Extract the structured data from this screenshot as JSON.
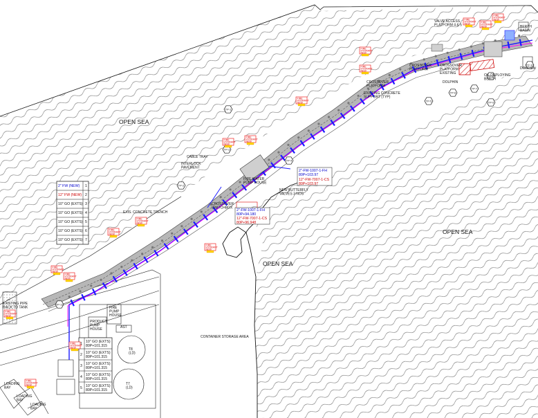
{
  "areas": {
    "open_sea_1": "OPEN SEA",
    "open_sea_2": "OPEN SEA",
    "open_sea_3": "OPEN SEA",
    "container_area": "CONTAINER STORAGE AREA"
  },
  "callouts": {
    "valve_access": "VALVE ACCESS\nPLATFORM 4 & 5",
    "berth_basin": "BERTH\nBASIN",
    "dolphin_top": "DOLPHIN",
    "crossover_platform": "CROSSOVER\nPLATFORM",
    "crossover_platform_existing": "CROSSOVER\nPLATFORM\nEXISTING",
    "dolphin_mid": "DOLPHIN",
    "oil_berth": "OIL DEPLOYING\nBERTH",
    "crossover_platform_small": "CROSSOVER\nPLATFORM",
    "support_typ": "EXISTING CONCRETE\nSUPPORT (TYP)",
    "cable_tray": "CABLE TRAY",
    "interlock": "INTERLOCK\nPAVEMENT",
    "fire_water": "FIRE WATER\nPUMP HOUSE",
    "butterfly": "NEW BUTTERFLY\nVALVES 3 NOS",
    "crossover_switch": "CROSSOVER\nSWITCHBOX",
    "concrete_trench": "EXIS. CONCRETE TRENCH",
    "prod_pump": "PRODUCT\nPUMP\nHOUSE",
    "fire_pump": "FIRE\nPUMP\nHOUSE",
    "tank_t8": "T8\n(LD)",
    "tank_t7": "T7\n(LD)",
    "ast": "AST",
    "loading_1": "LOADING\nBAY",
    "loading_2": "LOADING\nBAY",
    "loading_3": "LOADING\nBAY",
    "left_vert": "EXISTING PIPE\nRACK TO TANK",
    "pipe_ref_1a": "2\"-FW-1007-1-FH",
    "pipe_ref_1b": "80P+103.97",
    "pipe_ref_2a": "12\"-FW-7007-1-CS",
    "pipe_ref_2b": "80P+103.97",
    "pipe_ref_3a": "2\"-FW-1007-1-FH",
    "pipe_ref_3b": "80P+94.180",
    "pipe_ref_4a": "12\"-FW-7007-1-CS",
    "pipe_ref_4b": "80P+96.948"
  },
  "legend_top": {
    "rows": [
      {
        "text": "2\" FW (NEW)",
        "num": "1",
        "color": "#0000cc"
      },
      {
        "text": "12\" FW (NEW)",
        "num": "2",
        "color": "#cc0000"
      },
      {
        "text": "10\" GO (EXTS)",
        "num": "3",
        "color": "#111111"
      },
      {
        "text": "10\" GO (EXTS)",
        "num": "4",
        "color": "#111111"
      },
      {
        "text": "10\" GO (EXTS)",
        "num": "5",
        "color": "#111111"
      },
      {
        "text": "10\" GO (EXTS)",
        "num": "6",
        "color": "#111111"
      },
      {
        "text": "10\" GO (EXTS)",
        "num": "7",
        "color": "#111111"
      }
    ]
  },
  "legend_bottom": {
    "rows": [
      {
        "num": "1",
        "text": "10\" GO (EXTS)",
        "sub": "80P+101.315"
      },
      {
        "num": "2",
        "text": "10\" GO (EXTS)",
        "sub": "80P+101.315"
      },
      {
        "num": "3",
        "text": "10\" GO (EXTS)",
        "sub": "80P+101.315"
      },
      {
        "num": "4",
        "text": "10\" GO (EXTS)",
        "sub": "80P+101.315"
      },
      {
        "num": "5",
        "text": "10\" GO (EXTS)",
        "sub": "80P+101.315"
      }
    ]
  },
  "hex_markers": [
    {
      "text": "TP-1"
    },
    {
      "text": "TP-2"
    },
    {
      "text": "TP-3"
    },
    {
      "text": "TP-4"
    },
    {
      "text": "TP-5"
    },
    {
      "text": "TP-6"
    },
    {
      "text": "TP-7"
    },
    {
      "text": "TP-8"
    },
    {
      "text": "TP-9"
    },
    {
      "text": "TP-10"
    },
    {
      "text": "TP-11"
    }
  ],
  "red_tags": {
    "text": "FIRE\nHYDRANT\nNEW"
  },
  "colors": {
    "pipe_blue": "#1a1aff",
    "pipe_magenta": "#ff00ff",
    "hydrant_red": "#ee0000",
    "tag_yellow": "#ffd400",
    "grey_fill": "#8a8a8a"
  }
}
